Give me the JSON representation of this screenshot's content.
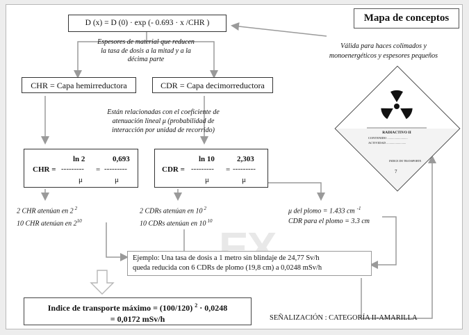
{
  "title": "Mapa de conceptos",
  "formula": "D (x) = D (0) · exp (- 0.693 · x /CHR )",
  "espesores_note": [
    "Espesores de material que reducen",
    "la tasa de dosis a la mitad y a la",
    "décima parte"
  ],
  "validity_note": [
    "Válida para haces colimados  y",
    "monoenergéticos y espesores pequeños"
  ],
  "chr_box": "CHR = Capa hemirreductora",
  "cdr_box": "CDR = Capa decimorreductora",
  "relation_note": [
    "Están relacionadas con el coeficiente de",
    "atenuación lineal  μ (probabilidad de",
    "interacción por unidad de recorrido)"
  ],
  "chr_formula": {
    "lhs": "CHR = ",
    "num1": "ln 2",
    "num2": "0,693",
    "den1": "μ",
    "den2": "μ",
    "eq": "=",
    "dash": "---------"
  },
  "cdr_formula": {
    "lhs": "CDR = ",
    "num1": "ln 10",
    "num2": "2,303",
    "den1": "μ",
    "den2": "μ",
    "eq": "=",
    "dash": "---------"
  },
  "chr_facts": [
    "2  CHR atenúan en  2",
    "2",
    "10  CHR atenúan en 2",
    "10"
  ],
  "cdr_facts": [
    "2  CDRs  atenúan en 10",
    "2",
    "10  CDRs  atenúan en 10",
    "10"
  ],
  "lead_facts": [
    "μ del plomo = 1.433 cm",
    "-1",
    "CDR para el plomo = 3.3 cm"
  ],
  "example": [
    "Ejemplo: Una tasa de dosis a 1 metro sin blindaje de 24,77 Sv/h",
    "queda reducida  con 6 CDRs  de plomo (19,8 cm) a 0,0248 mSv/h"
  ],
  "transport_index": [
    "Indice de transporte máximo = (100/120)",
    "2",
    " · 0,0248",
    "= 0,0172 mSv/h"
  ],
  "signal": "SEÑALIZACIÓN : CATEGORÍA II-AMARILLA",
  "label": {
    "text": "RADIACTIVO II",
    "contenido": "CONTENIDO ..........................",
    "actividad": "ACTIVIDAD .........................",
    "indice": "INDICE DE TRANSPORTE",
    "num": "7"
  },
  "watermark": "EX",
  "colors": {
    "arrow": "#9a9a9a",
    "box_border": "#333333",
    "background": "#ededed"
  }
}
